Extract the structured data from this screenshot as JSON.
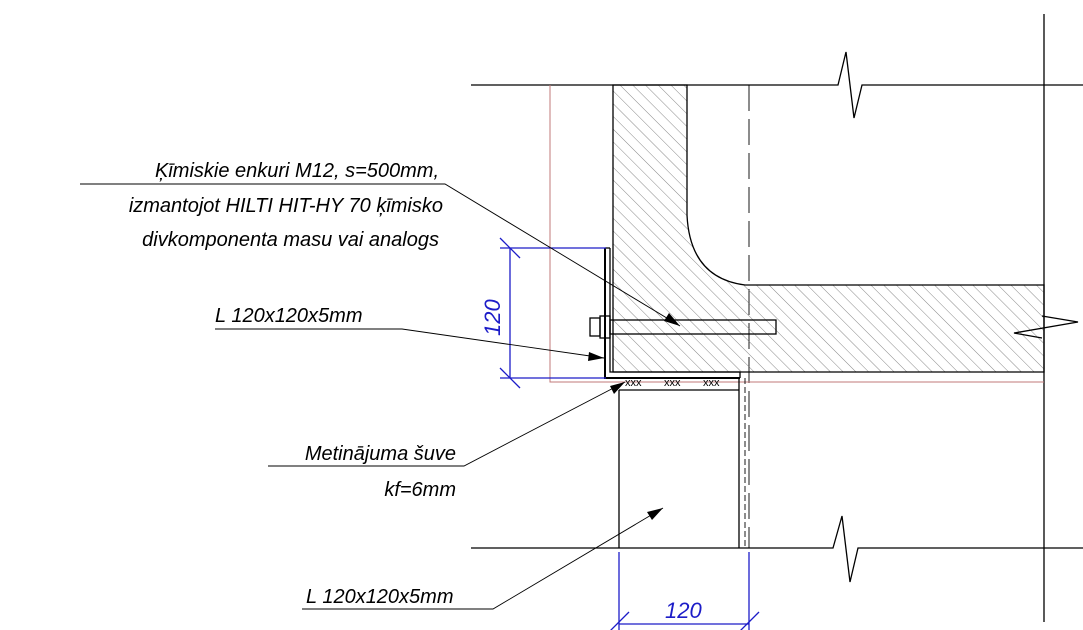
{
  "labels": {
    "anchor_line1": "Ķīmiskie enkuri M12, s=500mm,",
    "anchor_line2": "izmantojot HILTI HIT-HY 70 ķīmisko",
    "anchor_line3": "divkomponenta masu vai analogs",
    "angle_top": "L 120x120x5mm",
    "weld_line1": "Metinājuma šuve",
    "weld_line2": "kf=6mm",
    "angle_bottom": "L 120x120x5mm",
    "weld_marks": "xxx"
  },
  "dimensions": {
    "vertical": "120",
    "horizontal": "120"
  },
  "colors": {
    "lines": "#000000",
    "dimension": "#1c1cc8",
    "reference": "#c07878"
  }
}
